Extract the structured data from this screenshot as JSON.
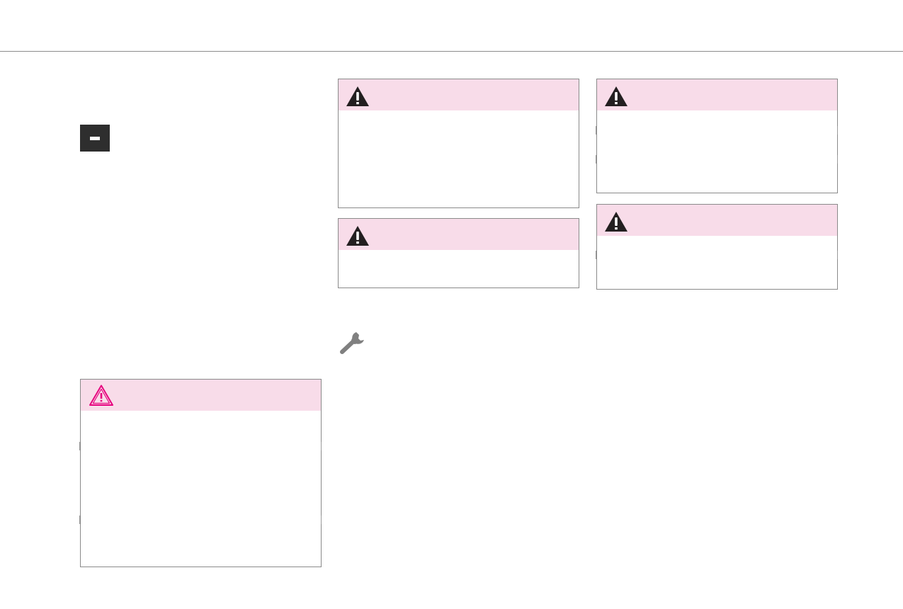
{
  "colors": {
    "warning_header_bg": "#f8dce9",
    "box_border": "#8a8a8a",
    "warning_icon_dark": "#231f20",
    "warning_icon_pink": "#e6007e",
    "wrench_gray": "#808080",
    "minus_box_bg": "#2e2e2e"
  },
  "icons": {
    "section_marker": "minus-icon",
    "warning": "warning-triangle-icon",
    "caution": "caution-outline-triangle-icon",
    "service": "wrench-icon"
  },
  "boxes": [
    {
      "id": "caution-left",
      "icon": "caution-outline-triangle-icon",
      "text": ""
    },
    {
      "id": "warning-mid-1",
      "icon": "warning-triangle-icon",
      "text": ""
    },
    {
      "id": "warning-mid-2",
      "icon": "warning-triangle-icon",
      "text": ""
    },
    {
      "id": "warning-right-1",
      "icon": "warning-triangle-icon",
      "text": ""
    },
    {
      "id": "warning-right-2",
      "icon": "warning-triangle-icon",
      "text": ""
    }
  ]
}
